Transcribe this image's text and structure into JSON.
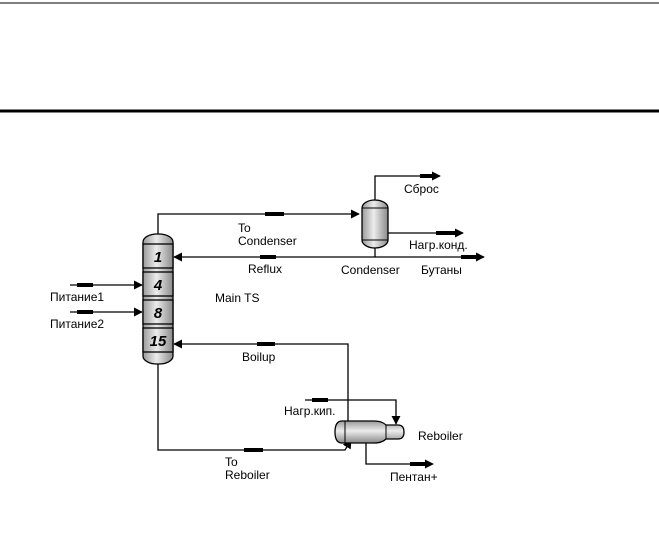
{
  "column": {
    "name": "Main TS",
    "stages": [
      "1",
      "4",
      "8",
      "15"
    ]
  },
  "feeds": [
    "Питание1",
    "Питание2"
  ],
  "streams": {
    "to_condenser": [
      "To",
      "Condenser"
    ],
    "reflux": "Reflux",
    "boilup": "Boilup",
    "to_reboiler": [
      "To",
      "Reboiler"
    ],
    "vent": "Сброс",
    "condenser_duty": "Нагр.конд.",
    "distillate": "Бутаны",
    "reboiler_duty": "Нагр.кип.",
    "bottoms": "Пентан+"
  },
  "units": {
    "condenser": "Condenser",
    "reboiler": "Reboiler"
  },
  "colors": {
    "line": "#000000",
    "vessel_fill": "#d4d4d4",
    "background": "#ffffff"
  }
}
